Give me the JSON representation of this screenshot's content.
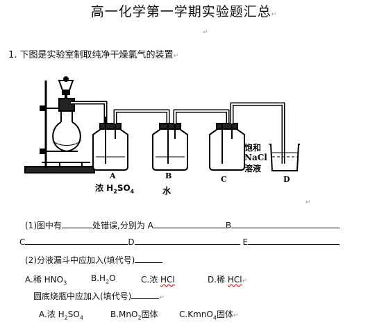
{
  "title": "高一化学第一学期实验题汇总",
  "q1": {
    "number": "1.",
    "prompt": "下图是实验室制取纯净干燥氯气的装置",
    "figure": {
      "labels": {
        "a": "A",
        "b": "B",
        "c": "C",
        "d": "D"
      },
      "b_content": "水",
      "d_content": [
        "饱和",
        "NaCl",
        "溶液"
      ],
      "a_content_prefix": "浓 H",
      "a_content_sub1": "2",
      "a_content_mid": "SO",
      "a_content_sub2": "4"
    },
    "part1": {
      "text1": "(1)图中有",
      "text2": "处错误,分别为 A",
      "text3": "B",
      "row2_c": "C",
      "row2_d": "D",
      "row2_e": "E"
    },
    "part2": {
      "text": "(2)分液漏斗中应加入(填代号)",
      "options": [
        {
          "letter": "A.稀 HNO",
          "sub": "3",
          "rest": ""
        },
        {
          "letter": "B.H",
          "sub": "2",
          "rest": "O"
        },
        {
          "letter": "C.浓 ",
          "sub": "",
          "rest": "HCl"
        },
        {
          "letter": "D.稀 ",
          "sub": "",
          "rest": "HCl"
        }
      ],
      "text_b": "圆底烧瓶中应加入(填代号)",
      "options_b": [
        {
          "letter": "A.浓 H",
          "sub": "2",
          "rest": "SO",
          "sub2": "4"
        },
        {
          "letter": "B.MnO",
          "sub": "2",
          "rest": "固体",
          "sub2": ""
        },
        {
          "letter": "C.KmnO",
          "sub": "4",
          "rest": "固体",
          "sub2": ""
        }
      ]
    }
  },
  "paragraph_mark": "↵"
}
